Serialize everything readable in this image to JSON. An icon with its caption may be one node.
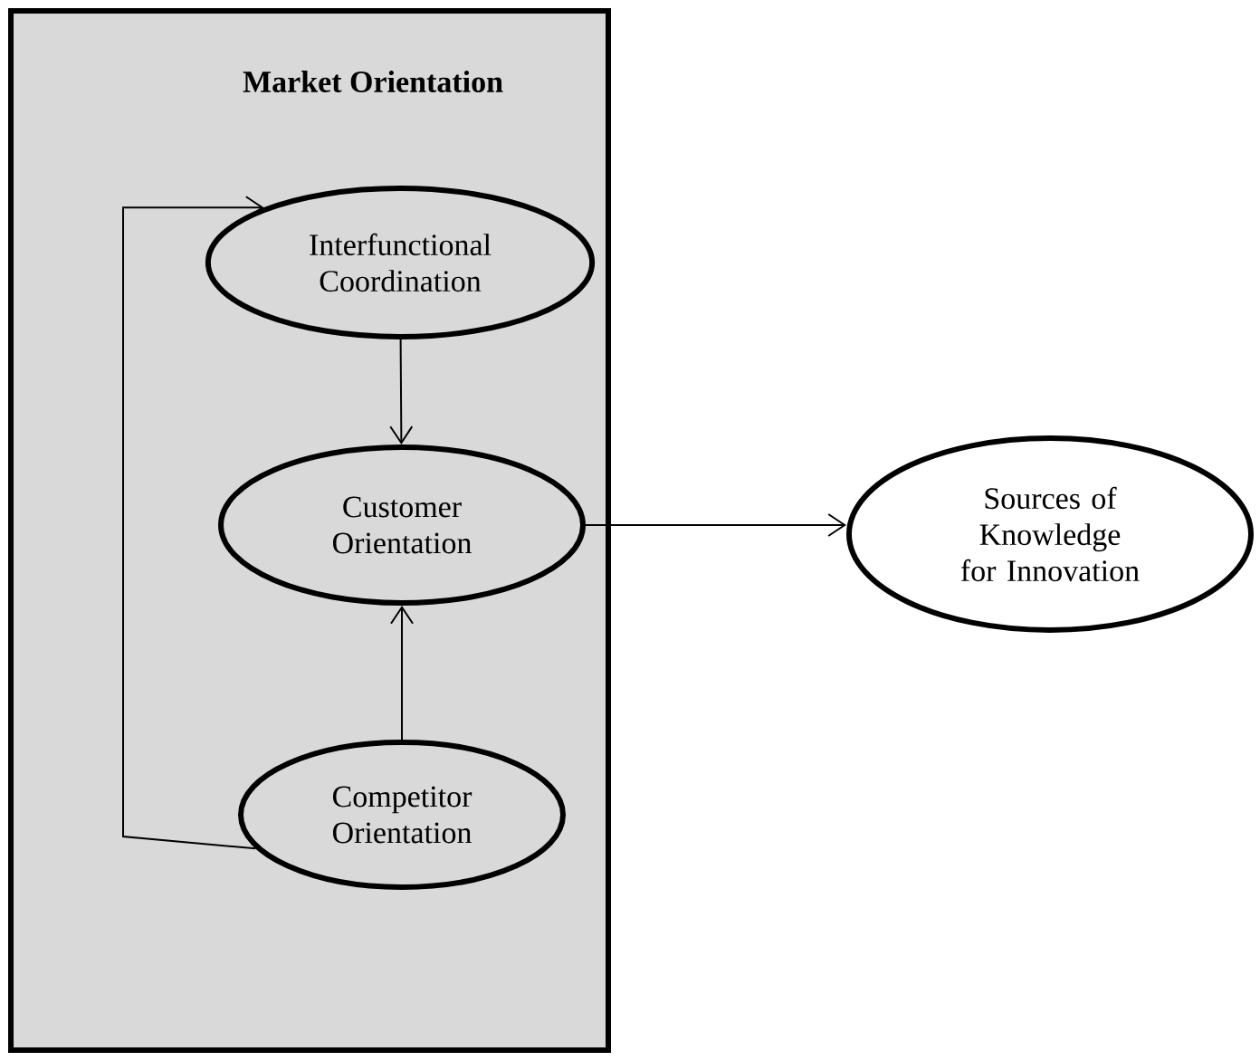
{
  "diagram": {
    "nodes": [
      {
        "text": [
          "Market Orientation"
        ]
      },
      {
        "text": [
          "Interfunctional Coordination"
        ],
        "in": 0
      },
      {
        "text": [
          "Customer Orientation"
        ],
        "in": 0
      },
      {
        "text": [
          "Competitor Orientation"
        ],
        "in": 0
      },
      {
        "text": [
          "Sources of Knowledge for Innovation"
        ]
      }
    ],
    "edges": [
      {
        "from": 1,
        "to": 2,
        "arrow": "to"
      },
      {
        "from": 3,
        "to": 2,
        "arrow": "to"
      },
      {
        "from": 3,
        "to": 1,
        "arrow": "to"
      },
      {
        "from": 2,
        "to": 4,
        "arrow": "to"
      }
    ]
  }
}
